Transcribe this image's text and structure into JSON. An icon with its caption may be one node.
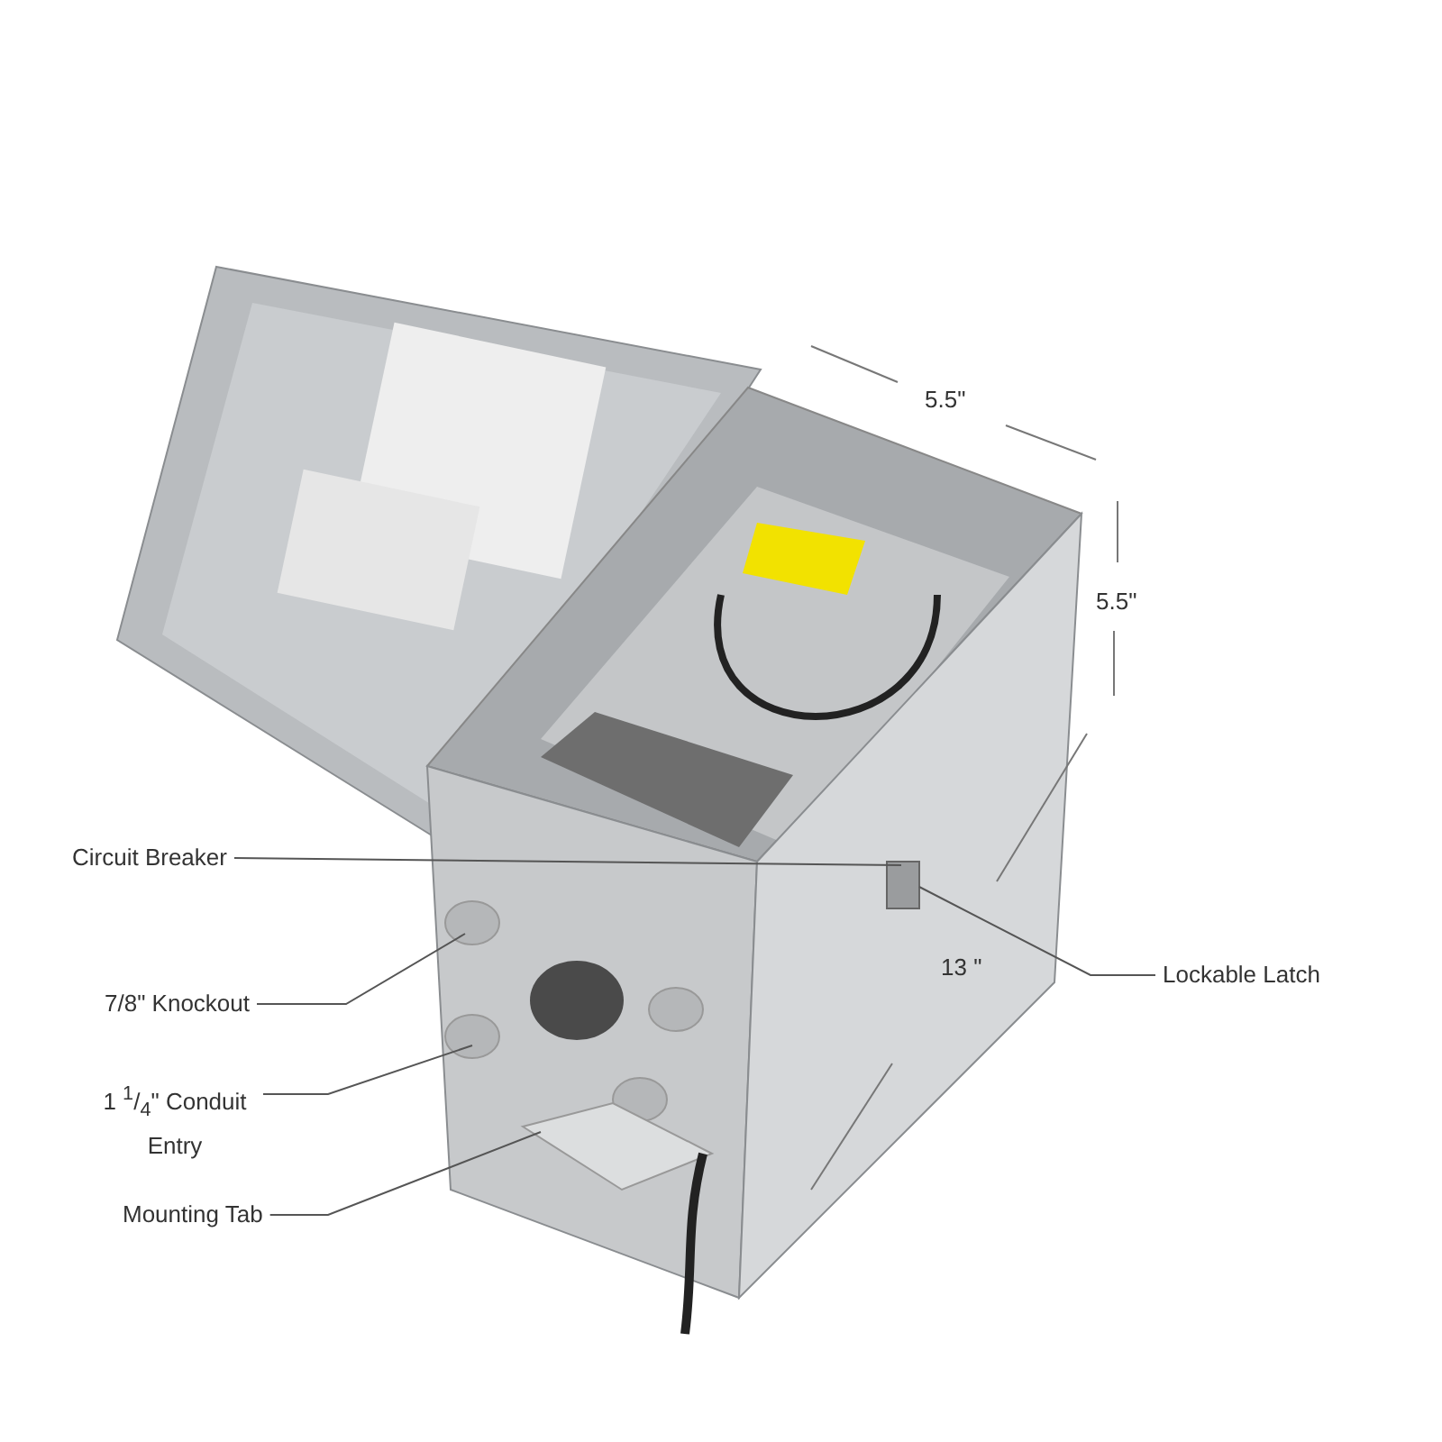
{
  "diagram": {
    "nodes": [
      {
        "text": [
          "Circuit Breaker"
        ]
      },
      {
        "text": [
          "7/8\" Knockout"
        ]
      },
      {
        "text": [
          "1 $^{1}$/$_{4}$\" Conduit Entry"
        ]
      },
      {
        "text": [
          "Mounting Tab"
        ]
      },
      {
        "text": [
          "Lockable Latch"
        ]
      }
    ],
    "edges": [
      {
        "from": 0,
        "to": null,
        "arrow": "none"
      },
      {
        "from": 1,
        "to": null,
        "arrow": "none"
      },
      {
        "from": 2,
        "to": null,
        "arrow": "none"
      },
      {
        "from": 3,
        "to": null,
        "arrow": "none"
      },
      {
        "from": 4,
        "to": null,
        "arrow": "none"
      }
    ],
    "labels": [
      "5.5\"",
      "5.5\"",
      "13 \""
    ]
  }
}
